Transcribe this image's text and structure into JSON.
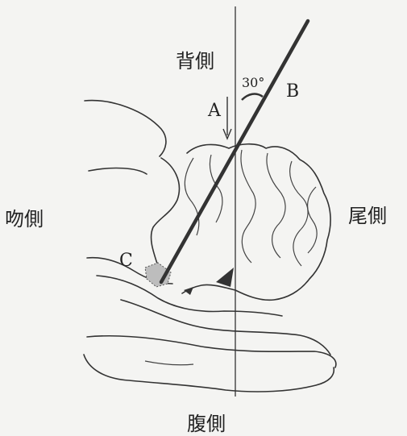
{
  "labels": {
    "dorsal": "背側",
    "ventral": "腹側",
    "rostral": "吻側",
    "caudal": "尾側",
    "point_a": "A",
    "point_b": "B",
    "point_c": "C",
    "angle": "30°"
  }
}
